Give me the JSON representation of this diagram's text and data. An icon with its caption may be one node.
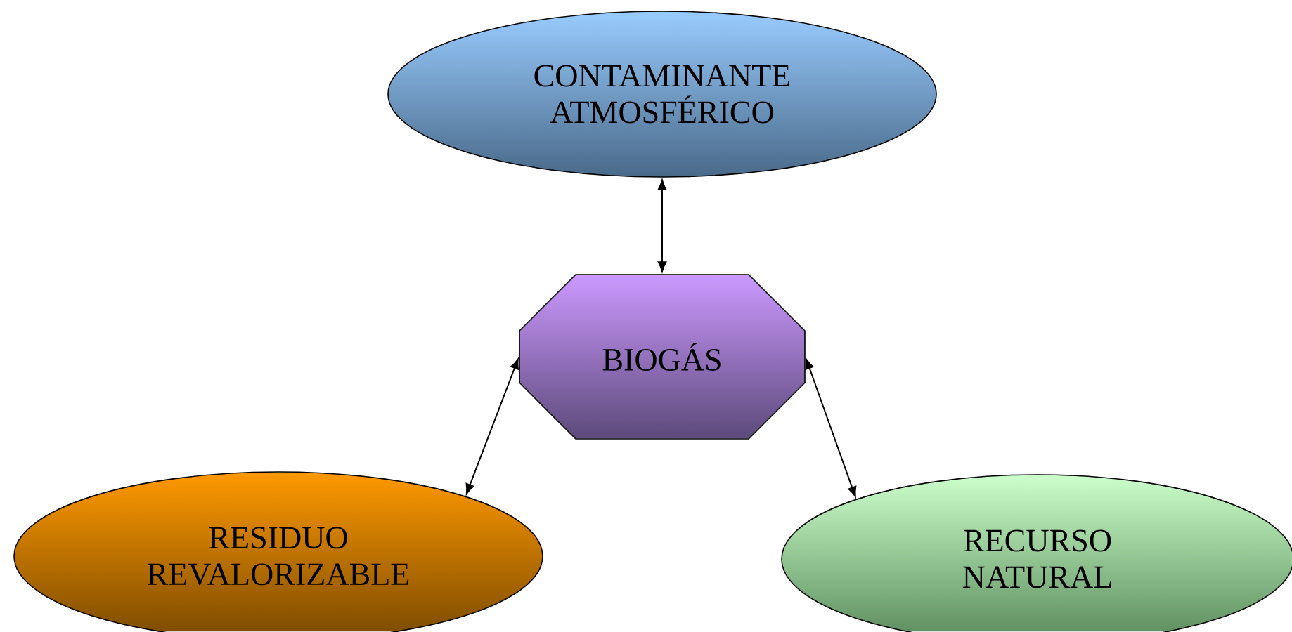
{
  "diagram": {
    "nodes": [
      {
        "text": [
          "CONTAMINANTE ATMOSFÉRICO"
        ]
      },
      {
        "text": [
          "BIOGÁS"
        ]
      },
      {
        "text": [
          "RESIDUO REVALORIZABLE"
        ]
      },
      {
        "text": [
          "RECURSO NATURAL"
        ]
      }
    ],
    "edges": [
      {
        "from": 1,
        "to": 0,
        "arrow": "both"
      },
      {
        "from": 1,
        "to": 2,
        "arrow": "both"
      },
      {
        "from": 1,
        "to": 3,
        "arrow": "both"
      }
    ]
  }
}
